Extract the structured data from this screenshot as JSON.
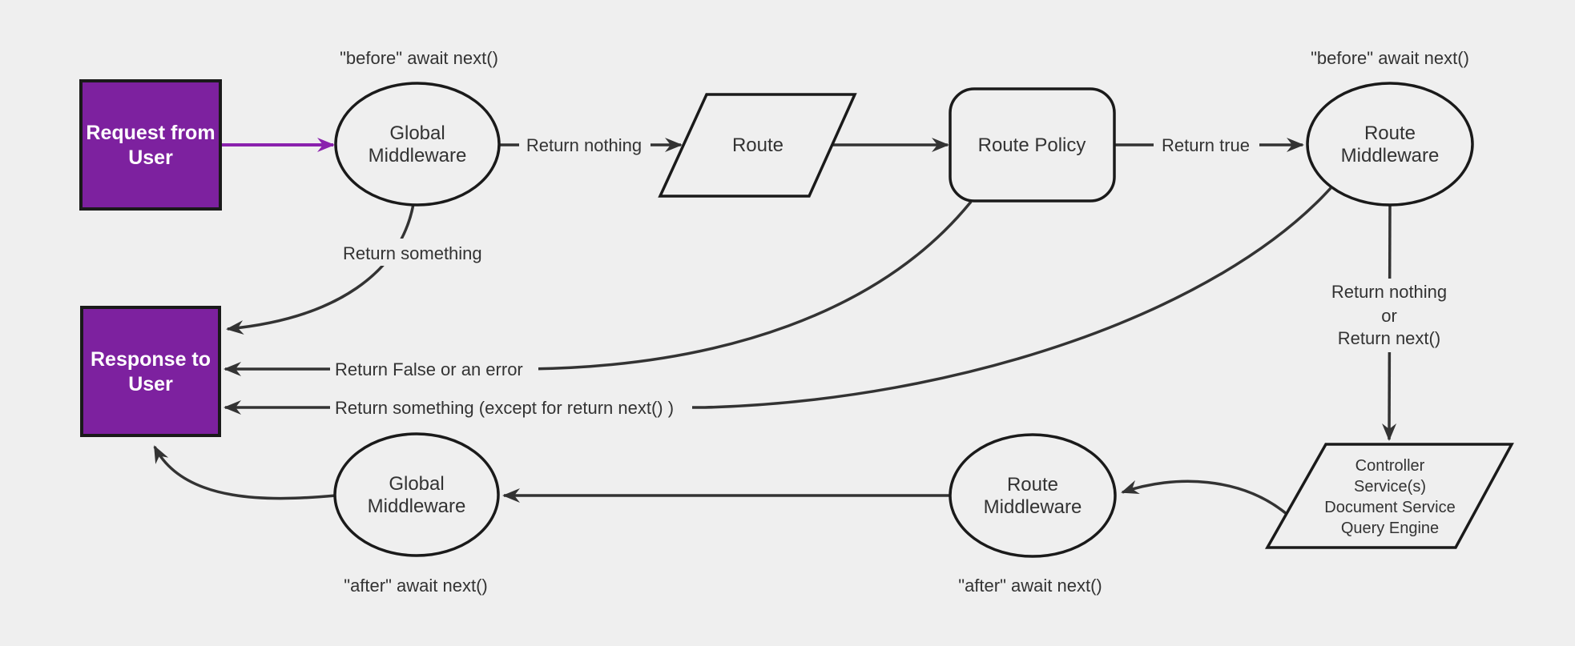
{
  "diagram": {
    "type": "flowchart",
    "description": "Request lifecycle through global middlewares, route, route policies, route middlewares and controllers",
    "colors": {
      "background": "#efefef",
      "node_fill": "#efefef",
      "node_stroke": "#1a1a1a",
      "edge_color": "#333333",
      "terminal_fill": "#7d219f",
      "terminal_text": "#ffffff",
      "request_arrow": "#8a21ad"
    },
    "nodes": {
      "request": {
        "shape": "rectangle",
        "line1": "Request from",
        "line2": "User"
      },
      "global_top": {
        "shape": "ellipse",
        "line1": "Global",
        "line2": "Middleware"
      },
      "route": {
        "shape": "parallelogram",
        "label": "Route"
      },
      "policy": {
        "shape": "rounded-rectangle",
        "label": "Route Policy"
      },
      "route_mw_top": {
        "shape": "ellipse",
        "line1": "Route",
        "line2": "Middleware"
      },
      "controller": {
        "shape": "parallelogram",
        "line1": "Controller",
        "line2": "Service(s)",
        "line3": "Document Service",
        "line4": "Query Engine"
      },
      "route_mw_bottom": {
        "shape": "ellipse",
        "line1": "Route",
        "line2": "Middleware"
      },
      "global_bottom": {
        "shape": "ellipse",
        "line1": "Global",
        "line2": "Middleware"
      },
      "response": {
        "shape": "rectangle",
        "line1": "Response to",
        "line2": "User"
      }
    },
    "annotations": {
      "before_global": "\"before\" await next()",
      "before_route_mw": "\"before\" await next()",
      "after_global": "\"after\" await next()",
      "after_route_mw": "\"after\" await next()"
    },
    "edge_labels": {
      "return_nothing": "Return nothing",
      "return_true": "Return true",
      "return_something": "Return something",
      "return_false": "Return False or an error",
      "return_something_except": "Return something (except for return next() )",
      "return_nothing_or": {
        "line1": "Return nothing",
        "line2": "or",
        "line3": "Return next()"
      }
    }
  }
}
